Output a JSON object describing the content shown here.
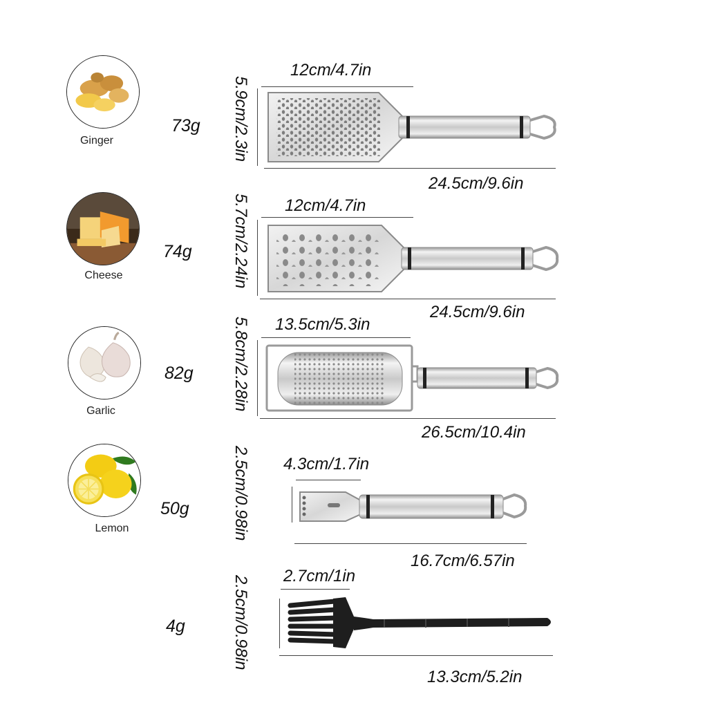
{
  "rows": [
    {
      "food": "Ginger",
      "food_icon": "ginger-icon",
      "weight": "73g",
      "width": "12cm/4.7in",
      "height": "5.9cm/2.3in",
      "length": "24.5cm/9.6in",
      "tool_icon": "fine-grater-icon"
    },
    {
      "food": "Cheese",
      "food_icon": "cheese-icon",
      "weight": "74g",
      "width": "12cm/4.7in",
      "height": "5.7cm/2.24in",
      "length": "24.5cm/9.6in",
      "tool_icon": "coarse-grater-icon"
    },
    {
      "food": "Garlic",
      "food_icon": "garlic-icon",
      "weight": "82g",
      "width": "13.5cm/5.3in",
      "height": "5.8cm/2.28in",
      "length": "26.5cm/10.4in",
      "tool_icon": "drum-grater-icon"
    },
    {
      "food": "Lemon",
      "food_icon": "lemon-icon",
      "weight": "50g",
      "width": "4.3cm/1.7in",
      "height": "2.5cm/0.98in",
      "length": "16.7cm/6.57in",
      "tool_icon": "citrus-zester-icon"
    },
    {
      "food": "",
      "food_icon": "",
      "weight": "4g",
      "width": "2.7cm/1in",
      "height": "2.5cm/0.98in",
      "length": "13.3cm/5.2in",
      "tool_icon": "cleaning-brush-icon"
    }
  ],
  "colors": {
    "steel_light": "#e8e8e8",
    "steel_dark": "#8a8a8a",
    "ginger": "#e9b54a",
    "cheese": "#f3c153",
    "garlic": "#ece6de",
    "lemon": "#f5d21c",
    "leaf": "#2f7a1f",
    "brush": "#1e1e1e"
  }
}
